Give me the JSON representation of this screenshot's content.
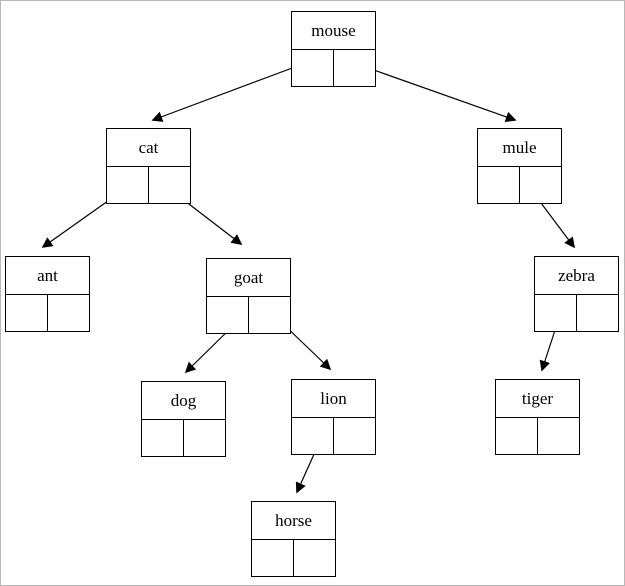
{
  "diagram": {
    "type": "binary-search-tree",
    "description": "Linked binary tree of animal names; each node box has a label row and two pointer cells",
    "root": "mouse",
    "nodes": {
      "mouse": "mouse",
      "cat": "cat",
      "mule": "mule",
      "ant": "ant",
      "goat": "goat",
      "zebra": "zebra",
      "dog": "dog",
      "lion": "lion",
      "tiger": "tiger",
      "horse": "horse"
    },
    "edges": [
      {
        "from": "mouse",
        "pointer": "left",
        "to": "cat"
      },
      {
        "from": "mouse",
        "pointer": "right",
        "to": "mule"
      },
      {
        "from": "cat",
        "pointer": "left",
        "to": "ant"
      },
      {
        "from": "cat",
        "pointer": "right",
        "to": "goat"
      },
      {
        "from": "mule",
        "pointer": "right",
        "to": "zebra"
      },
      {
        "from": "goat",
        "pointer": "left",
        "to": "dog"
      },
      {
        "from": "goat",
        "pointer": "right",
        "to": "lion"
      },
      {
        "from": "zebra",
        "pointer": "left",
        "to": "tiger"
      },
      {
        "from": "lion",
        "pointer": "left",
        "to": "horse"
      }
    ],
    "colors": {
      "line": "#000000",
      "background": "#ffffff",
      "frame": "#b8b8b8"
    }
  }
}
